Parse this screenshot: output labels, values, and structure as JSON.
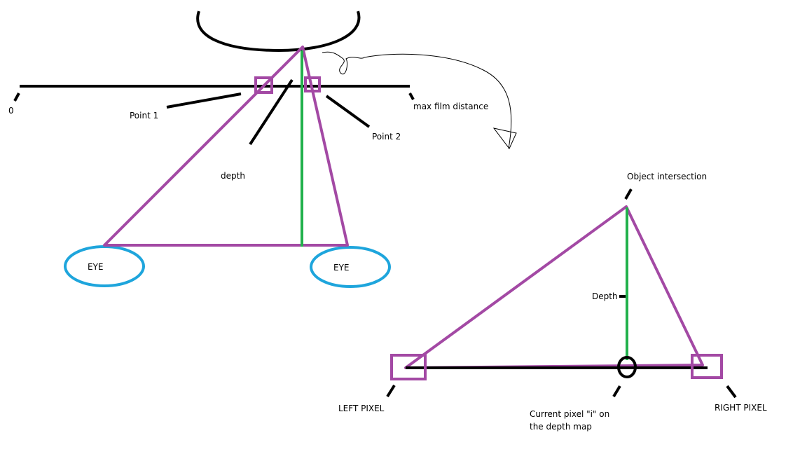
{
  "colors": {
    "ink": "#000000",
    "purple": "#a349a4",
    "green": "#22b14c",
    "blue": "#1ea5dc"
  },
  "top_diagram": {
    "axis_start_label": "0",
    "axis_end_label": "max film distance",
    "point1_label": "Point 1",
    "point2_label": "Point 2",
    "depth_label": "depth",
    "left_eye_label": "EYE",
    "right_eye_label": "EYE"
  },
  "bottom_diagram": {
    "object_label": "Object intersection",
    "depth_label": "Depth",
    "left_pixel_label": "LEFT PIXEL",
    "right_pixel_label": "RIGHT PIXEL",
    "current_pixel_line1": "Current pixel \"i\" on",
    "current_pixel_line2": "the depth map"
  }
}
